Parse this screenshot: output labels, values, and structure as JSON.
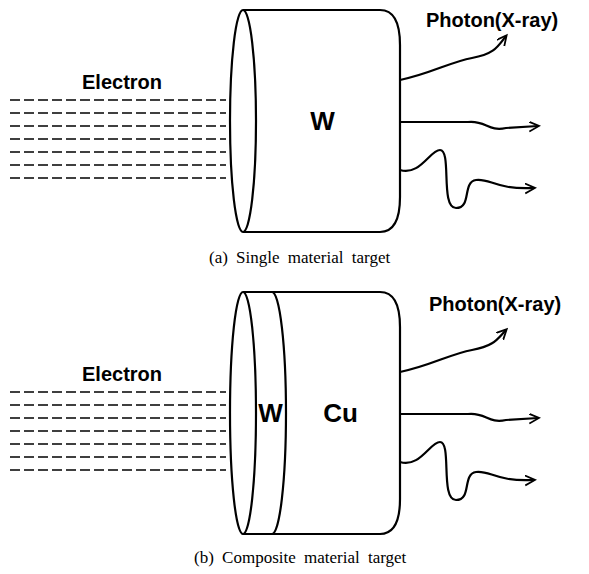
{
  "diagram": {
    "nodes": [
      {
        "text": [
          "W"
        ]
      },
      {
        "text": [
          "W"
        ]
      },
      {
        "text": [
          "Cu"
        ]
      }
    ],
    "labels": [
      "Electron",
      "Photon(X-ray)",
      "(a) Single material target",
      "Electron",
      "Photon(X-ray)",
      "(b) Composite material target"
    ]
  }
}
